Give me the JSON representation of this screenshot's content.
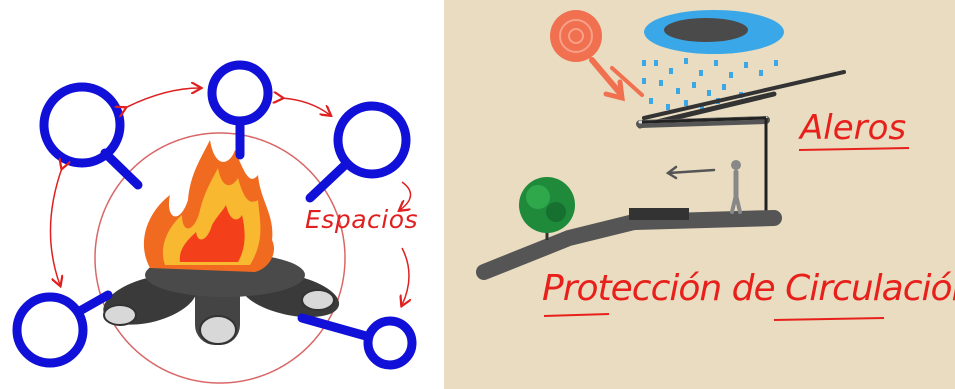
{
  "left_panel": {
    "label": "Espacios",
    "colors": {
      "ring": "#1010d8",
      "arrow": "#e02020",
      "circle": "#d04040"
    }
  },
  "right_panel": {
    "label_eaves": "Aleros",
    "label_caption": "Protección de Circulación",
    "colors": {
      "text": "#e8201c",
      "sun": "#f07050",
      "rain": "#3aa8e8",
      "tree": "#1f8a3a",
      "structure": "#333333"
    }
  }
}
